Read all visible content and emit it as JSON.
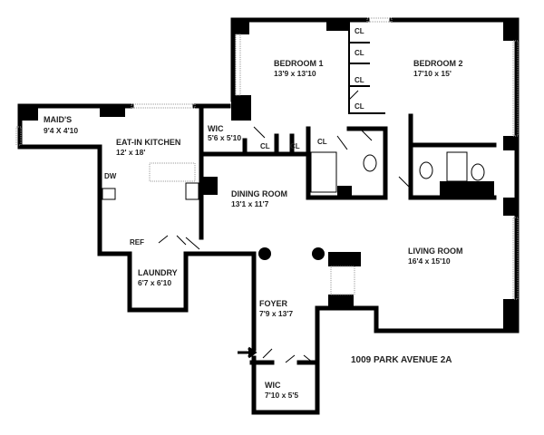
{
  "address": "1009 PARK AVENUE  2A",
  "rooms": {
    "bedroom1": {
      "name": "BEDROOM 1",
      "dims": "13'9 x 13'10"
    },
    "bedroom2": {
      "name": "BEDROOM 2",
      "dims": "17'10 x 15'"
    },
    "maids": {
      "name": "MAID'S",
      "dims": "9'4 X 4'10"
    },
    "kitchen": {
      "name": "EAT-IN KITCHEN",
      "dims": "12' x 18'"
    },
    "wic1": {
      "name": "WIC",
      "dims": "5'6 x 5'10"
    },
    "dining": {
      "name": "DINING ROOM",
      "dims": "13'1 x 11'7"
    },
    "living": {
      "name": "LIVING ROOM",
      "dims": "16'4 x 15'10"
    },
    "laundry": {
      "name": "LAUNDRY",
      "dims": "6'7 x 6'10"
    },
    "foyer": {
      "name": "FOYER",
      "dims": "7'9 x 13'7"
    },
    "wic2": {
      "name": "WIC",
      "dims": "7'10 x 5'5"
    }
  },
  "fixtures": {
    "closet": "CL",
    "dishwasher": "DW",
    "refrigerator": "REF"
  }
}
